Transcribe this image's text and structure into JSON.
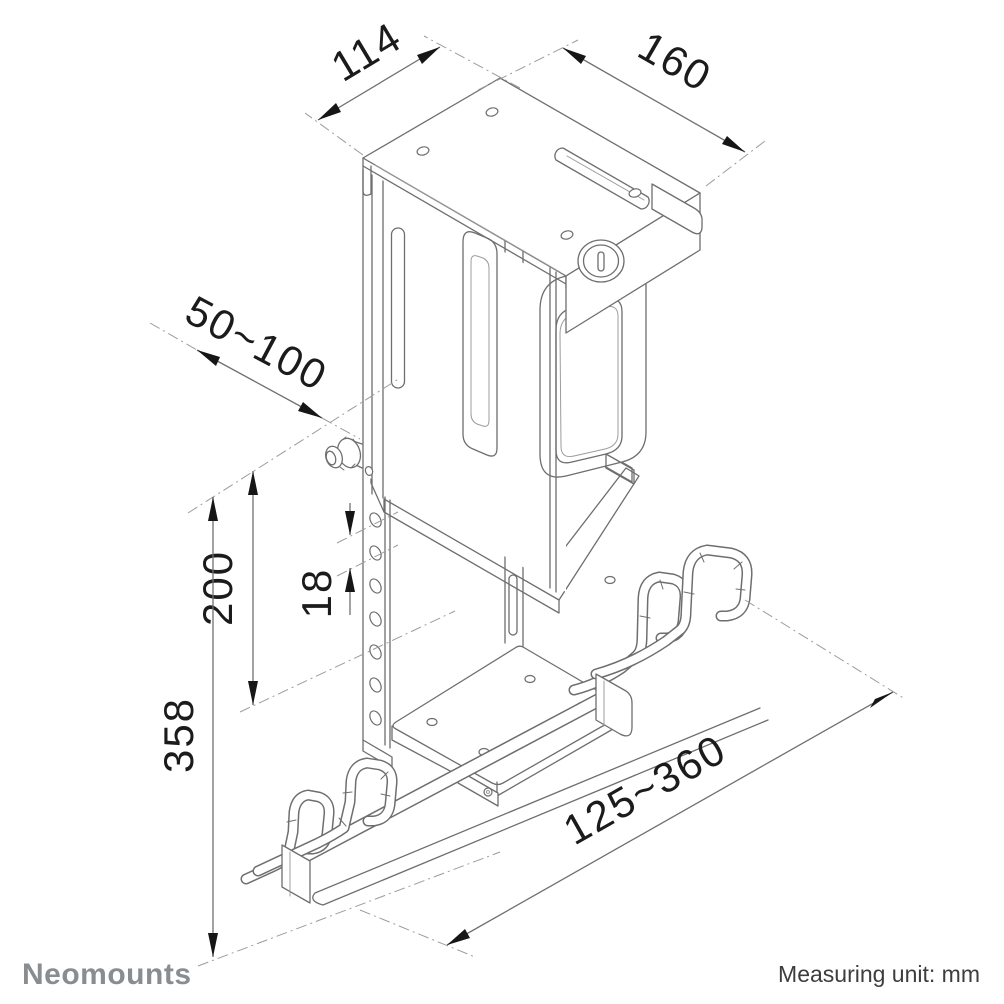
{
  "colors": {
    "bg": "#ffffff",
    "line": "#6e6e6e",
    "line-light": "#9c9c9c",
    "dim": "#1b1b1b",
    "arrow": "#161616",
    "logo": "#8a8d90",
    "footer": "#3d3d3d"
  },
  "dimensions": {
    "top_depth": "114",
    "top_width": "160",
    "drop_range": "50~100",
    "rail_span": "200",
    "hole_pitch": "18",
    "overall_height": "358",
    "length_range": "125~360"
  },
  "branding": {
    "logo_text": "Neomounts"
  },
  "footer": {
    "measuring_unit_label": "Measuring unit: mm"
  }
}
